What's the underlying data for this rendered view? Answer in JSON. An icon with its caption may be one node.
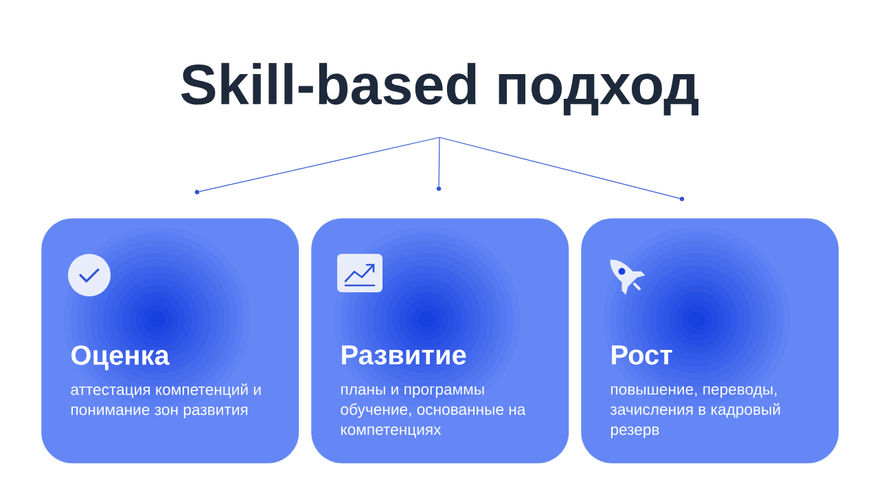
{
  "diagram": {
    "nodes": [
      {
        "text": [
          "Skill-based подход"
        ]
      },
      {
        "text": [],
        "shape": "circle"
      },
      {
        "text": [],
        "shape": "circle"
      },
      {
        "text": [],
        "shape": "circle"
      },
      {
        "text": [
          "Оценка",
          "аттестация компетенций и понимание зон развития"
        ]
      },
      {
        "text": [
          "Развитие",
          "планы и программы обучение, основанные на компетенциях"
        ]
      },
      {
        "text": [
          "Рост",
          "повышение, переводы, зачисления в кадровый резерв"
        ]
      }
    ],
    "edges": [
      {
        "from": 0,
        "to": 1,
        "arrow": "none"
      },
      {
        "from": 0,
        "to": 2,
        "arrow": "none"
      },
      {
        "from": 0,
        "to": 3,
        "arrow": "none"
      }
    ]
  }
}
